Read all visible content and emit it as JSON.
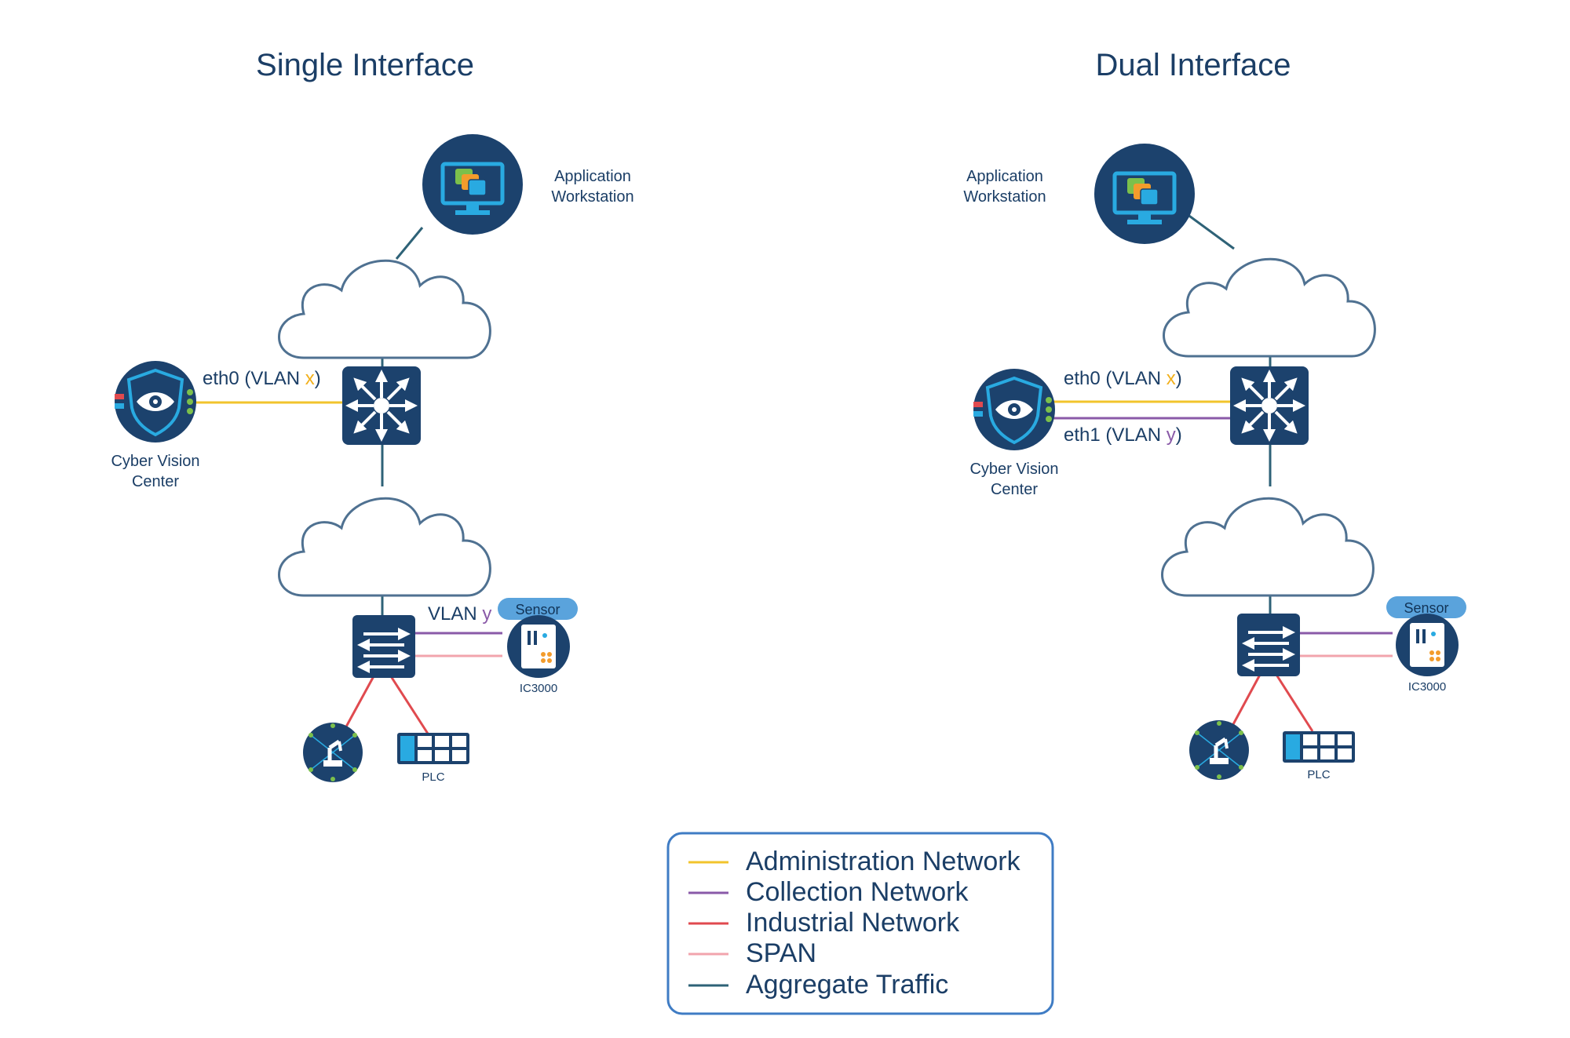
{
  "colors": {
    "administration": "#f2c42c",
    "collection": "#8a5aa8",
    "industrial": "#e04a4f",
    "span": "#f2a4ad",
    "aggregate": "#2e6277",
    "navy": "#1c426d",
    "accent_blue": "#29aae1",
    "sensor_badge": "#5aa3dc"
  },
  "single": {
    "title": "Single Interface",
    "workstation": [
      "Application",
      "Workstation"
    ],
    "center": [
      "Cyber Vision",
      "Center"
    ],
    "eth0_prefix": "eth0 (VLAN ",
    "eth0_var": "x",
    "eth0_suffix": ")",
    "vlan_prefix": "VLAN ",
    "vlan_var": "y",
    "sensor_badge": "Sensor",
    "sensor_model": "IC3000",
    "plc": "PLC"
  },
  "dual": {
    "title": "Dual Interface",
    "workstation": [
      "Application",
      "Workstation"
    ],
    "center": [
      "Cyber Vision",
      "Center"
    ],
    "eth0_prefix": "eth0 (VLAN ",
    "eth0_var": "x",
    "eth0_suffix": ")",
    "eth1_prefix": "eth1 (VLAN ",
    "eth1_var": "y",
    "eth1_suffix": ")",
    "sensor_badge": "Sensor",
    "sensor_model": "IC3000",
    "plc": "PLC"
  },
  "legend": {
    "items": [
      {
        "label": "Administration Network",
        "color": "#f2c42c"
      },
      {
        "label": "Collection Network",
        "color": "#8a5aa8"
      },
      {
        "label": "Industrial Network",
        "color": "#e04a4f"
      },
      {
        "label": "SPAN",
        "color": "#f2a4ad"
      },
      {
        "label": "Aggregate Traffic",
        "color": "#2e6277"
      }
    ]
  },
  "icons": {
    "workstation": "monitor-windows-icon",
    "center": "shield-eye-icon",
    "core_switch": "multilayer-switch-icon",
    "access_switch": "layer2-switch-icon",
    "sensor": "ic3000-sensor-icon",
    "robot": "industrial-robot-icon",
    "plc": "plc-icon",
    "cloud": "network-cloud-icon"
  }
}
